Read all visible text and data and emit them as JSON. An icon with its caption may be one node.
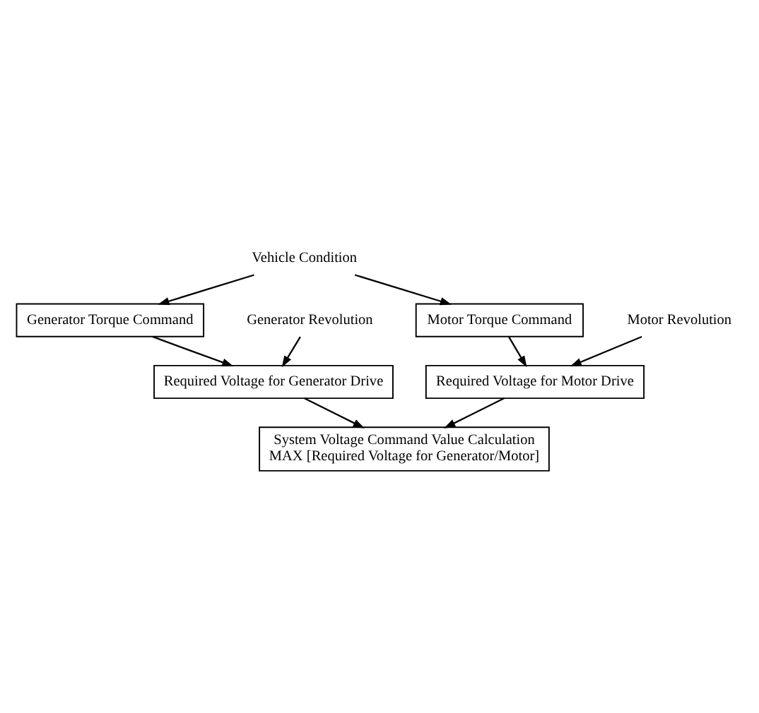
{
  "diagram": {
    "nodes": [
      {
        "text": [
          "Vehicle Condition"
        ]
      },
      {
        "text": [
          "Generator Torque Command"
        ]
      },
      {
        "text": [
          "Motor Torque Command"
        ]
      },
      {
        "text": [
          "Generator Revolution"
        ]
      },
      {
        "text": [
          "Motor Revolution"
        ]
      },
      {
        "text": [
          "Required Voltage for Generator Drive"
        ]
      },
      {
        "text": [
          "Required Voltage for Motor Drive"
        ]
      },
      {
        "text": [
          "System Voltage Command Value Calculation",
          "MAX [Required Voltage for Generator/Motor]"
        ]
      }
    ],
    "edges": [
      {
        "from": 0,
        "to": 1,
        "arrow": "to"
      },
      {
        "from": 0,
        "to": 2,
        "arrow": "to"
      },
      {
        "from": 3,
        "to": 5,
        "arrow": "to"
      },
      {
        "from": 1,
        "to": 5,
        "arrow": "to"
      },
      {
        "from": 2,
        "to": 6,
        "arrow": "to"
      },
      {
        "from": 4,
        "to": 6,
        "arrow": "to"
      },
      {
        "from": 5,
        "to": 7,
        "arrow": "to"
      },
      {
        "from": 6,
        "to": 7,
        "arrow": "to"
      }
    ]
  }
}
